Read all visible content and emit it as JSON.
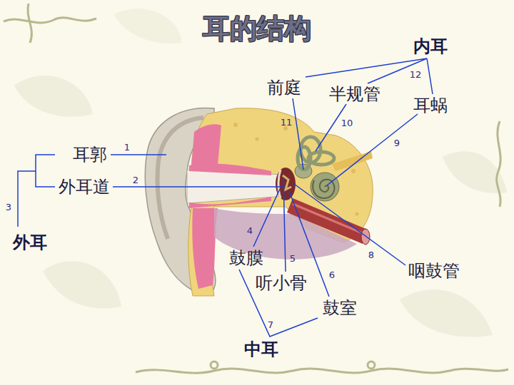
{
  "diagram": {
    "title": "耳的结构",
    "labels": [
      "内耳",
      "12",
      "前庭",
      "半规管",
      "耳蜗",
      "11",
      "10",
      "9",
      "耳郭",
      "1",
      "外耳道",
      "2",
      "3",
      "外耳",
      "4",
      "鼓膜",
      "5",
      "听小骨",
      "6",
      "8",
      "咽鼓管",
      "鼓室",
      "7",
      "中耳"
    ]
  }
}
